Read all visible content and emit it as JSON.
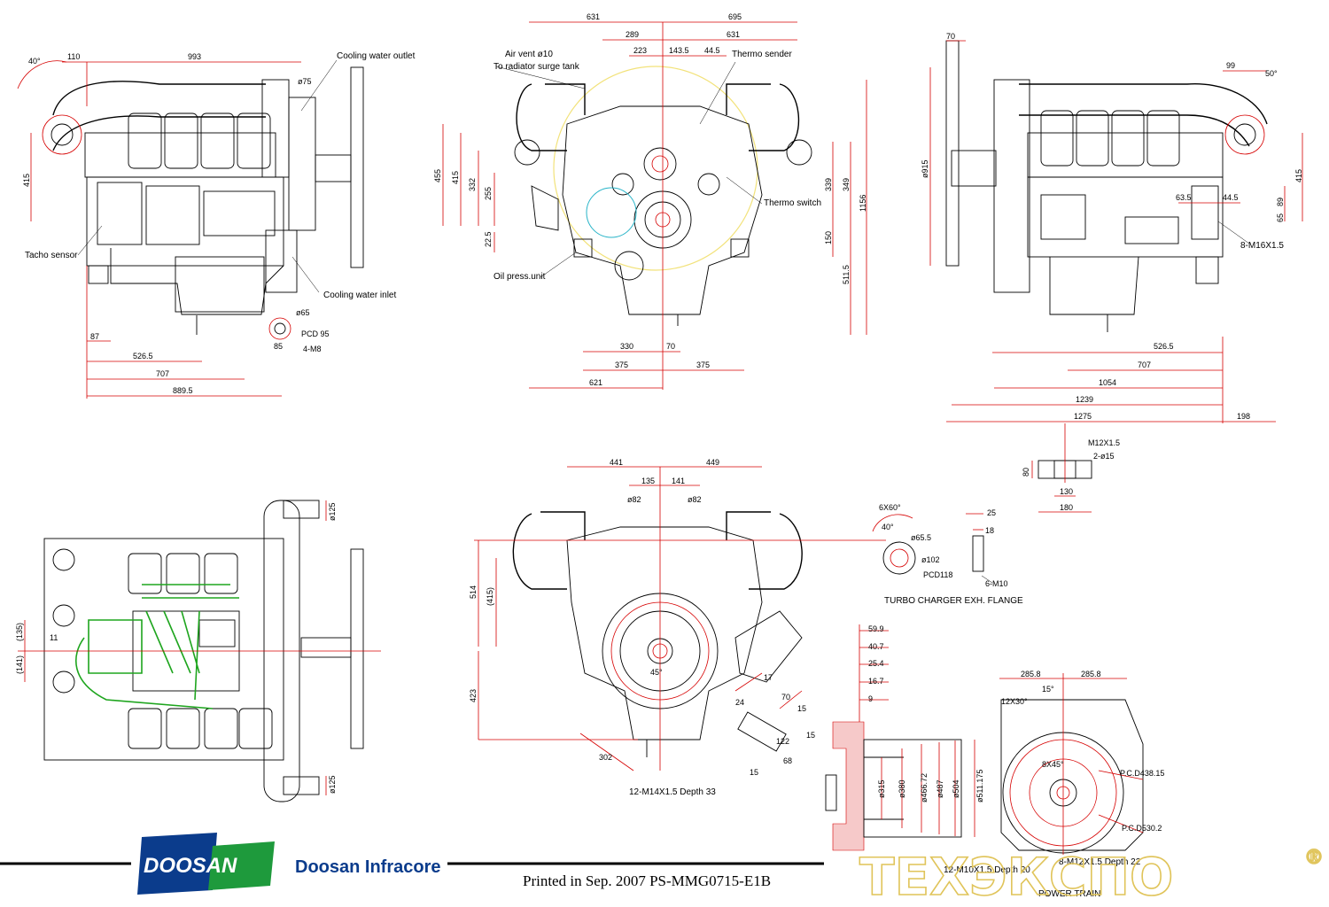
{
  "views": {
    "left_side": {
      "dims": [
        "40°",
        "110",
        "993",
        "ø75",
        "415",
        "87",
        "526.5",
        "707",
        "889.5",
        "ø65",
        "PCD 95",
        "4-M8",
        "85"
      ],
      "callouts": [
        "Cooling water outlet",
        "Tacho sensor",
        "Cooling water inlet"
      ]
    },
    "front": {
      "dims": [
        "631",
        "695",
        "289",
        "631",
        "223",
        "143.5",
        "44.5",
        "455",
        "415",
        "332",
        "255",
        "22.5",
        "339",
        "349",
        "1156",
        "150",
        "511.5",
        "330",
        "70",
        "375",
        "375",
        "621"
      ],
      "callouts": [
        "Air vent ø10",
        "To radiator surge tank",
        "Thermo sender",
        "Thermo switch",
        "Oil press.unit"
      ]
    },
    "right_side": {
      "dims": [
        "70",
        "ø915",
        "99",
        "50°",
        "415",
        "63.5",
        "44.5",
        "89",
        "65",
        "8-M16X1.5",
        "526.5",
        "707",
        "1054",
        "1239",
        "1275",
        "198"
      ]
    },
    "foot_detail": {
      "dims": [
        "M12X1.5",
        "2-ø15",
        "80",
        "130",
        "180"
      ]
    },
    "top": {
      "dims": [
        "ø125",
        "ø125",
        "(135)",
        "11",
        "(141)"
      ]
    },
    "rear": {
      "dims": [
        "441",
        "449",
        "135",
        "141",
        "ø82",
        "ø82",
        "514",
        "(415)",
        "423",
        "45°",
        "17",
        "70",
        "15",
        "24",
        "122",
        "15",
        "15",
        "68",
        "302"
      ],
      "callouts": [
        "12-M14X1.5 Depth 33"
      ]
    },
    "turbo_flange": {
      "title": "TURBO CHARGER EXH. FLANGE",
      "dims": [
        "6X60°",
        "40°",
        "ø65.5",
        "ø102",
        "PCD118",
        "25",
        "18",
        "6-M10"
      ]
    },
    "flywheel_section": {
      "dims": [
        "59.9",
        "40.7",
        "25.4",
        "16.7",
        "9",
        "ø315",
        "ø380",
        "ø466.72",
        "ø487",
        "ø504",
        "ø511.175"
      ],
      "callouts": [
        "12-M10X1.5 Depth 20"
      ]
    },
    "power_train": {
      "title": "POWER TRAIN",
      "dims": [
        "285.8",
        "285.8",
        "12X30°",
        "15°",
        "8X45°",
        "P.C.D438.15",
        "P.C.D530.2"
      ],
      "callouts": [
        "8-M12X1.5 Depth 22"
      ]
    }
  },
  "footer": {
    "brand_logo": "DOOSAN",
    "company": "Doosan Infracore",
    "print_info": "Printed in Sep. 2007 PS-MMG0715-E1B"
  },
  "watermark": {
    "text": "ТЕХЭКСПО",
    "mark": "®"
  },
  "colors": {
    "line": "#000000",
    "dimension": "#d60000",
    "fuel": "#1ea51e",
    "brand_blue": "#0b3c8c",
    "brand_green": "#1e9a3c",
    "watermark": "#e0c45a"
  }
}
